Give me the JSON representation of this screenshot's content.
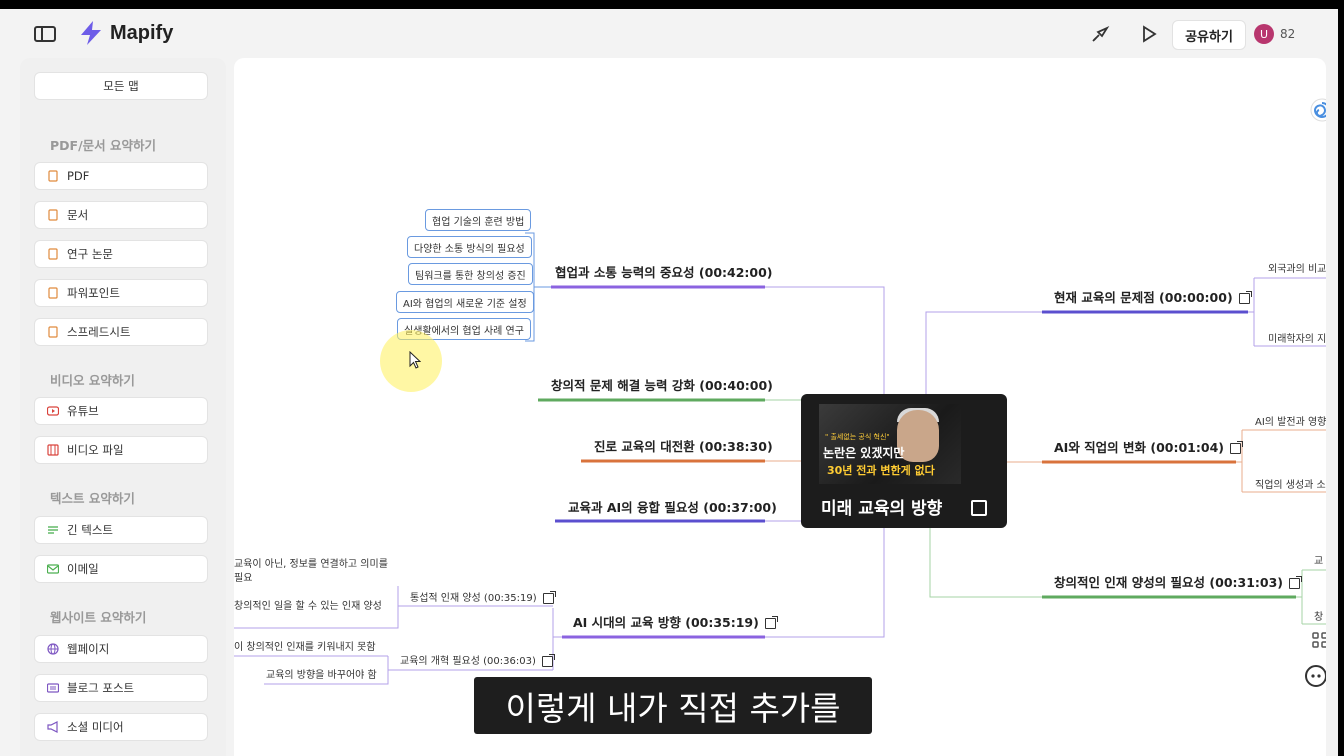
{
  "header": {
    "app_name": "Mapify",
    "share_label": "공유하기",
    "avatar_letter": "U",
    "credits": "82"
  },
  "sidebar": {
    "all_maps": "모든 맵",
    "sections": [
      {
        "title": "PDF/문서 요약하기",
        "items": [
          "PDF",
          "문서",
          "연구 논문",
          "파워포인트",
          "스프레드시트"
        ]
      },
      {
        "title": "비디오 요약하기",
        "items": [
          "유튜브",
          "비디오 파일"
        ]
      },
      {
        "title": "텍스트 요약하기",
        "items": [
          "긴 텍스트",
          "이메일"
        ]
      },
      {
        "title": "웹사이트 요약하기",
        "items": [
          "웹페이지",
          "블로그 포스트",
          "소셜 미디어"
        ]
      }
    ]
  },
  "mindmap": {
    "center": {
      "title": "미래 교육의 방향",
      "thumb_quote": "\" 출세없는 공식 혁신\"",
      "thumb_line1": "논란은 있겠지만",
      "thumb_line2": "30년 전과 변한게 없다"
    },
    "left_branches": {
      "b1": "협업과 소통 능력의 중요성 (00:42:00)",
      "b2": "창의적 문제 해결 능력 강화 (00:40:00)",
      "b3": "진로 교육의 대전환 (00:38:30)",
      "b4": "교육과 AI의 융합 필요성 (00:37:00)",
      "b5": "AI 시대의 교육 방향 (00:35:19)"
    },
    "b1_leaves": [
      "협업 기술의 훈련 방법",
      "다양한 소통 방식의 필요성",
      "팀워크를 통한 창의성 증진",
      "AI와 협업의 새로운 기준 설정",
      "실생활에서의 협업 사례 연구"
    ],
    "b5_children": {
      "c1": "통섭적 인재 양성 (00:35:19)",
      "c2": "교육의 개혁 필요성 (00:36:03)",
      "c1_text_a": "교육이 아닌, 정보를 연결하고 의미를",
      "c1_text_b": "필요",
      "c1_text_c": "창의적인 일을 할 수 있는 인재 양성",
      "c2_text_a": "이 창의적인 인재를 키워내지 못함",
      "c2_text_b": "교육의 방향을 바꾸어야 함"
    },
    "right_branches": {
      "r1": "현재 교육의 문제점 (00:00:00)",
      "r2": "AI와 직업의 변화 (00:01:04)",
      "r3": "창의적인 인재 양성의 필요성 (00:31:03)"
    },
    "right_leaves": {
      "r1a": "외국과의 비교",
      "r1b": "미래학자의 지",
      "r2a": "AI의 발전과 영향",
      "r2b": "직업의 생성과 소",
      "r3a": "교",
      "r3b": "창"
    }
  },
  "subtitle": "이렇게 내가 직접 추가를",
  "colors": {
    "purple": "#8b63e0",
    "green": "#5faa5f",
    "orange": "#d9733c",
    "blue_leaf": "#6a9ae0"
  }
}
